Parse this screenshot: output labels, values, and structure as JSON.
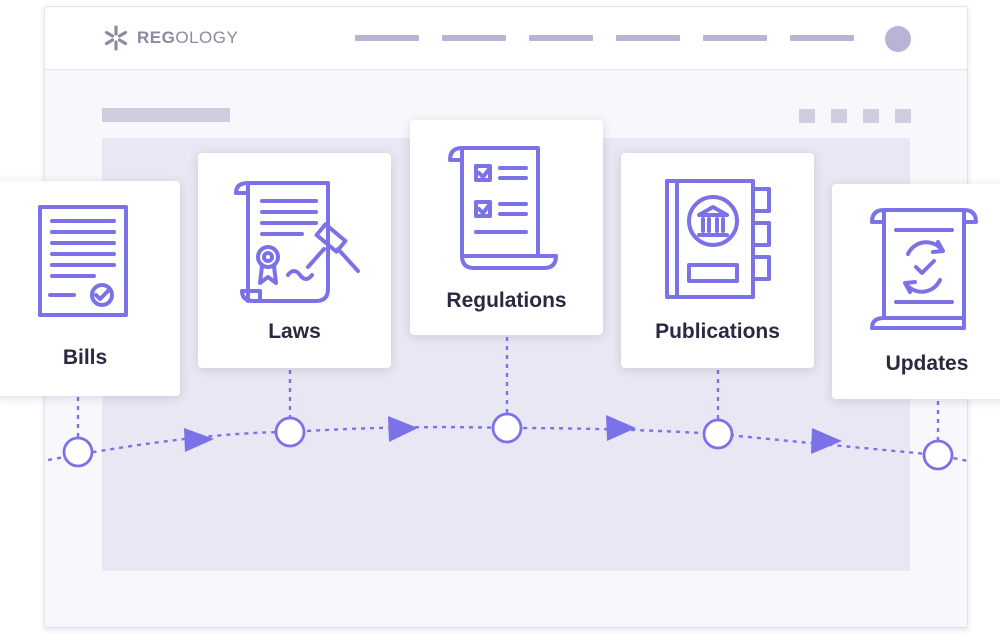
{
  "brand": {
    "logo_strong": "REG",
    "logo_light": "OLOGY"
  },
  "colors": {
    "accent": "#7b72e8",
    "nav_placeholder": "#b7b4d6",
    "panel": "#e9e7f3",
    "label_text": "#2a2940"
  },
  "stages": [
    {
      "label": "Bills",
      "icon": "bill-document-icon"
    },
    {
      "label": "Laws",
      "icon": "law-scroll-gavel-icon"
    },
    {
      "label": "Regulations",
      "icon": "regulation-checklist-scroll-icon"
    },
    {
      "label": "Publications",
      "icon": "publication-book-icon"
    },
    {
      "label": "Updates",
      "icon": "update-scroll-refresh-icon"
    }
  ]
}
